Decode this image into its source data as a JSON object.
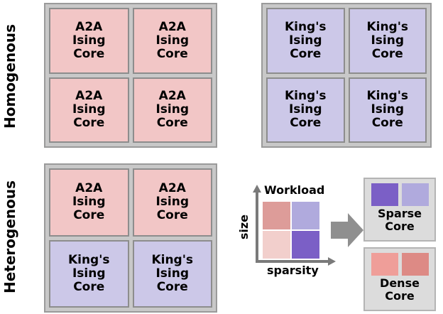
{
  "rows": [
    {
      "label": "Homogenous"
    },
    {
      "label": "Heterogenous"
    }
  ],
  "chips": {
    "homogenous_a2a": {
      "cores": [
        {
          "line1": "A2A",
          "line2": "Ising",
          "line3": "Core",
          "color": "#f2c6c6"
        },
        {
          "line1": "A2A",
          "line2": "Ising",
          "line3": "Core",
          "color": "#f2c6c6"
        },
        {
          "line1": "A2A",
          "line2": "Ising",
          "line3": "Core",
          "color": "#f2c6c6"
        },
        {
          "line1": "A2A",
          "line2": "Ising",
          "line3": "Core",
          "color": "#f2c6c6"
        }
      ]
    },
    "homogenous_kings": {
      "cores": [
        {
          "line1": "King's",
          "line2": "Ising",
          "line3": "Core",
          "color": "#ccc8e8"
        },
        {
          "line1": "King's",
          "line2": "Ising",
          "line3": "Core",
          "color": "#ccc8e8"
        },
        {
          "line1": "King's",
          "line2": "Ising",
          "line3": "Core",
          "color": "#ccc8e8"
        },
        {
          "line1": "King's",
          "line2": "Ising",
          "line3": "Core",
          "color": "#ccc8e8"
        }
      ]
    },
    "heterogenous": {
      "cores": [
        {
          "line1": "A2A",
          "line2": "Ising",
          "line3": "Core",
          "color": "#f2c6c6"
        },
        {
          "line1": "A2A",
          "line2": "Ising",
          "line3": "Core",
          "color": "#f2c6c6"
        },
        {
          "line1": "King's",
          "line2": "Ising",
          "line3": "Core",
          "color": "#ccc8e8"
        },
        {
          "line1": "King's",
          "line2": "Ising",
          "line3": "Core",
          "color": "#ccc8e8"
        }
      ]
    }
  },
  "workload": {
    "title": "Workload",
    "ylabel": "size",
    "xlabel": "sparsity",
    "quadrants": [
      {
        "position": "top-left",
        "color": "#dd9c99"
      },
      {
        "position": "top-right",
        "color": "#b0aadd"
      },
      {
        "position": "bottom-left",
        "color": "#f2cfcc"
      },
      {
        "position": "bottom-right",
        "color": "#7b5fc6"
      }
    ]
  },
  "outputs": [
    {
      "label_line1": "Sparse",
      "label_line2": "Core",
      "swatches": [
        "#7b5fc6",
        "#b0aadd"
      ]
    },
    {
      "label_line1": "Dense",
      "label_line2": "Core",
      "swatches": [
        "#ef9e99",
        "#dd8a85"
      ]
    }
  ],
  "colors": {
    "chip_background": "#c8c8c8",
    "chip_border": "#9a9a9a",
    "core_border": "#8d8d8d",
    "arrow": "#8f8f8f",
    "axis": "#7a7a7a",
    "output_background": "#dcdcdc"
  }
}
